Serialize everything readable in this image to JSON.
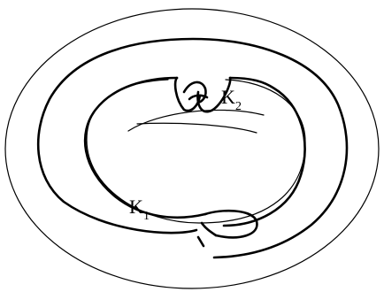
{
  "diagram": {
    "labels": {
      "k1": {
        "main": "K",
        "sub": "1"
      },
      "k2": {
        "main": "K",
        "sub": "2"
      }
    }
  }
}
